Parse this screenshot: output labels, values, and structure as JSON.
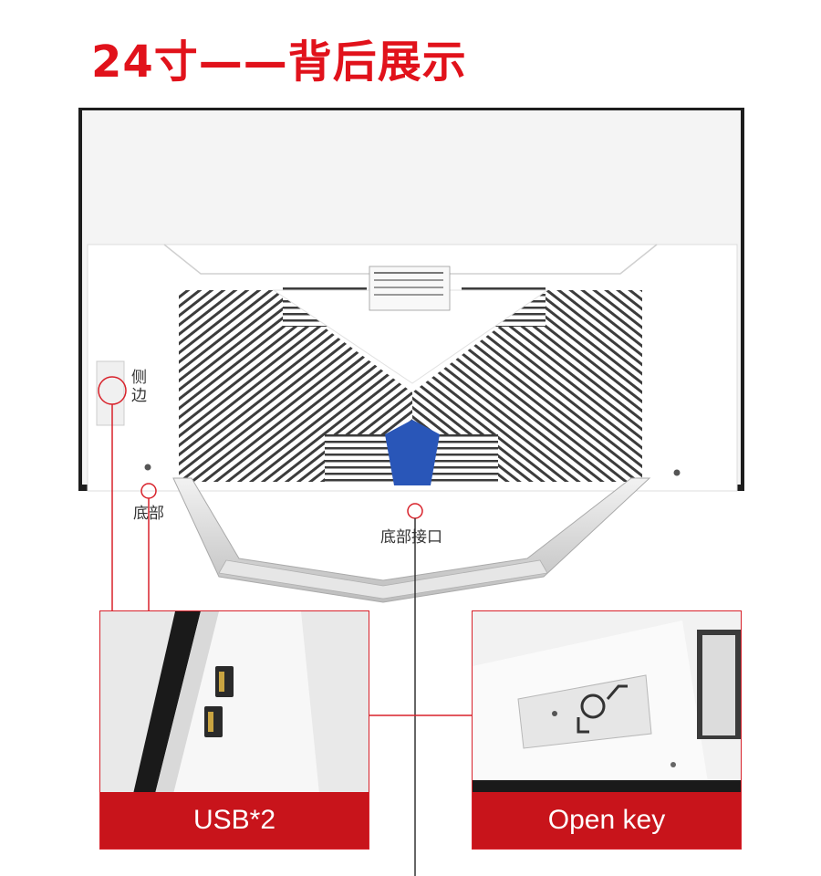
{
  "title": "24寸——背后展示",
  "callouts": {
    "side": "侧边",
    "bottom": "底部",
    "bottom_port": "底部接口"
  },
  "panels": {
    "left_label": "USB*2",
    "right_label": "Open key"
  },
  "colors": {
    "accent_red": "#e1121b",
    "bar_red": "#c8141b",
    "logo_blue": "#2956b8"
  }
}
